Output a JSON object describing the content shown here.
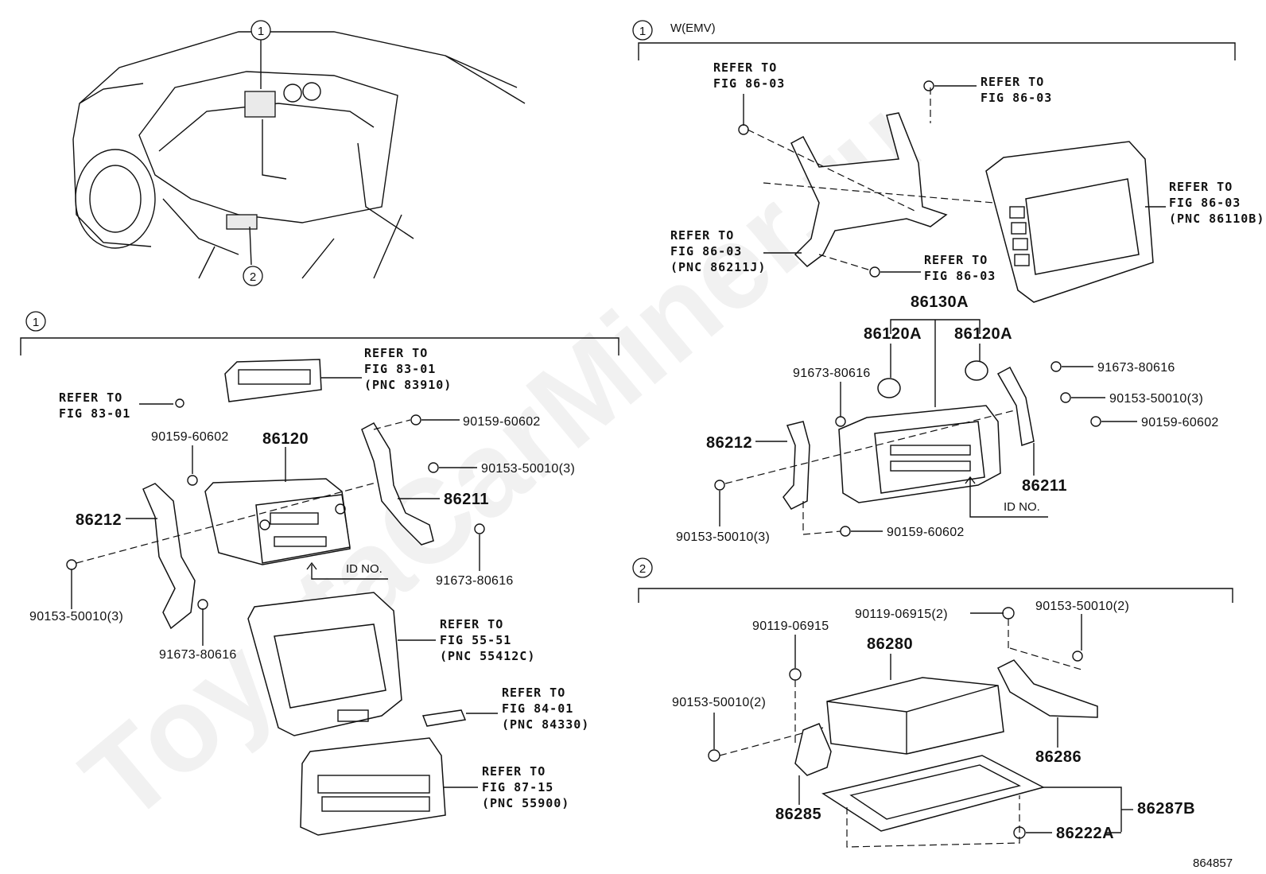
{
  "watermark": "ToyotaCarMiner.ru",
  "diagram_id": "864857",
  "callouts": {
    "c1": "1",
    "c2": "2"
  },
  "emv_header": "W(EMV)",
  "refer": {
    "fig8301_a": [
      "REFER TO",
      "FIG 83-01",
      "(PNC 83910)"
    ],
    "fig8301_b": [
      "REFER TO",
      "FIG 83-01"
    ],
    "fig5551": [
      "REFER TO",
      "FIG 55-51",
      "(PNC 55412C)"
    ],
    "fig8401": [
      "REFER TO",
      "FIG 84-01",
      "(PNC 84330)"
    ],
    "fig8715": [
      "REFER TO",
      "FIG 87-15",
      "(PNC 55900)"
    ],
    "fig8603_a": [
      "REFER TO",
      "FIG 86-03"
    ],
    "fig8603_b": [
      "REFER TO",
      "FIG 86-03"
    ],
    "fig8603_c": [
      "REFER TO",
      "FIG 86-03",
      "(PNC 86110B)"
    ],
    "fig8603_d": [
      "REFER TO",
      "FIG 86-03",
      "(PNC 86211J)"
    ],
    "fig8603_e": [
      "REFER TO",
      "FIG 86-03"
    ]
  },
  "parts": {
    "p86120": "86120",
    "p86212_l": "86212",
    "p86211_l": "86211",
    "p90159_60602_l1": "90159-60602",
    "p90159_60602_l2": "90159-60602",
    "p90153_50010_l1": "90153-50010(3)",
    "p90153_50010_l2": "90153-50010(3)",
    "p91673_80616_l1": "91673-80616",
    "p91673_80616_l2": "91673-80616",
    "id_no_l": "ID NO.",
    "p86130A": "86130A",
    "p86120A_1": "86120A",
    "p86120A_2": "86120A",
    "p91673_80616_r1": "91673-80616",
    "p91673_80616_r2": "91673-80616",
    "p90153_50010_r1": "90153-50010(3)",
    "p90153_50010_r2": "90153-50010(3)",
    "p90159_60602_r1": "90159-60602",
    "p90159_60602_r2": "90159-60602",
    "p86212_r": "86212",
    "p86211_r": "86211",
    "id_no_r": "ID NO.",
    "p90119_06915": "90119-06915",
    "p90119_06915_2": "90119-06915(2)",
    "p90153_50010_2a": "90153-50010(2)",
    "p90153_50010_2b": "90153-50010(2)",
    "p86280": "86280",
    "p86286": "86286",
    "p86285": "86285",
    "p86287B": "86287B",
    "p86222A": "86222A"
  }
}
